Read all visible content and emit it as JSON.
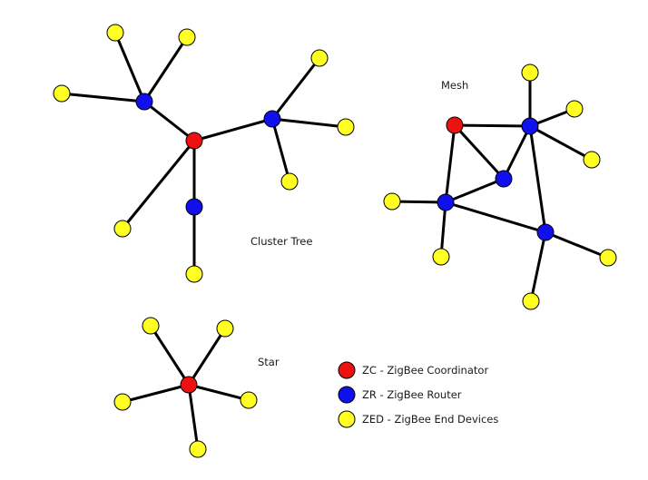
{
  "colors": {
    "coordinator": "#ee1111",
    "router": "#1010ee",
    "end_device": "#ffff22",
    "edge": "#000000"
  },
  "topologies": [
    {
      "id": "cluster-tree",
      "label": "Cluster Tree"
    },
    {
      "id": "mesh",
      "label": "Mesh"
    },
    {
      "id": "star",
      "label": "Star"
    }
  ],
  "legend": [
    {
      "type": "coordinator",
      "label": "ZC - ZigBee Coordinator"
    },
    {
      "type": "router",
      "label": "ZR - ZigBee Router"
    },
    {
      "type": "end_device",
      "label": "ZED - ZigBee End Devices"
    }
  ]
}
